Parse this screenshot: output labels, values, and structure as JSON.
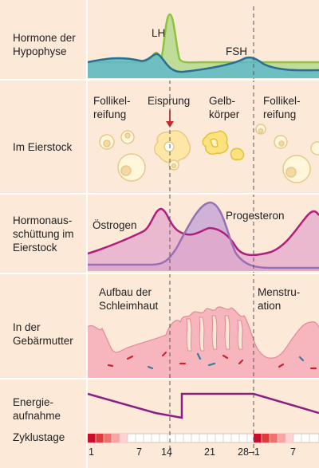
{
  "row_labels": {
    "hypophyse": "Hormone der\nHypophyse",
    "eierstock": "Im Eierstock",
    "hormonaus": "Hormonaus-\nschüttung im\nEierstock",
    "gebaermutter": "In der\nGebärmutter",
    "energie": "Energie-\naufnahme",
    "zyklustage": "Zyklustage"
  },
  "hormone_labels": {
    "lh": "LH",
    "fsh": "FSH"
  },
  "ovary_labels": {
    "follikel1": "Follikel-\nreifung",
    "eisprung": "Eisprung",
    "gelbkoerper": "Gelb-\nkörper",
    "follikel2": "Follikel-\nreifung"
  },
  "hormone_out_labels": {
    "oestrogen": "Östrogen",
    "progesteron": "Progesteron"
  },
  "uterus_labels": {
    "aufbau": "Aufbau der\nSchleimhaut",
    "menstruation": "Menstru-\nation"
  },
  "day_ticks": [
    "1",
    "7",
    "14",
    "21",
    "28–1",
    "7"
  ],
  "colors": {
    "background": "#fde9d8",
    "lh": "#8cc43e",
    "fsh": "#2a7da3",
    "oestrogen": "#b01f7e",
    "progesteron": "#9b6fb3",
    "uterus_pink": "#f7b6bd",
    "energy_line": "#8b1e82",
    "menstrual_day": "#e23a3a",
    "arrow": "#d2232a"
  }
}
